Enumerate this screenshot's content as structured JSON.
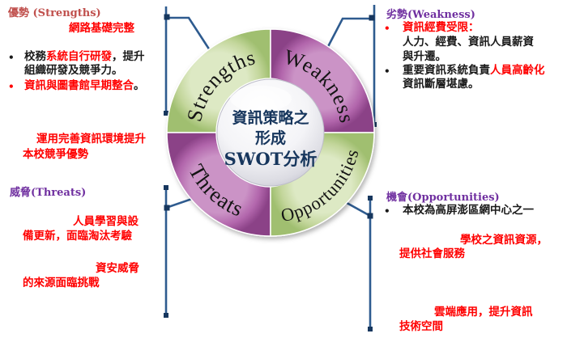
{
  "title": "資訊策略之形成 SWOT分析",
  "center": {
    "line1": "資訊策略之",
    "line2": "形成",
    "line3": "SWOT分析"
  },
  "ring": {
    "top_left": "Strengths",
    "top_right": "Weakness",
    "bottom_left": "Threats",
    "bottom_right": "Opportunities"
  },
  "bullet_char": "•",
  "sections": {
    "strengths": {
      "label": "優勢 (Strengths)",
      "highlight": "網路基礎完整",
      "bullet1_pre": "校務",
      "bullet1_red": "系統自行研發",
      "bullet1_post": "，提升組織研發及競爭力。",
      "bullet2_red": "資訊與圖書館早期整合",
      "bullet2_post": "。",
      "note_line1": "運用完善資訊環境提升",
      "note_line2": "本校競爭優勢"
    },
    "weakness": {
      "label": "劣勢(Weakness)",
      "bullet1_head": "資訊經費受限：",
      "bullet1_line1": "人力、經費、資訊人員薪資",
      "bullet1_line2": "與升遷。",
      "bullet2_pre": "重要資訊系統負責",
      "bullet2_red": "人員高齡化",
      "bullet2_post": "資訊斷層堪慮。"
    },
    "threats": {
      "label": "威脅(Threats)",
      "note1_line1": "人員學習與設",
      "note1_line2": "備更新，面臨淘汰考驗",
      "note2_line1": "資安威脅",
      "note2_line2": "的來源面臨挑戰"
    },
    "opportunities": {
      "label": "機會(Opportunities)",
      "bullet1": "本校為高屏澎區網中心之一",
      "note1_line1": "學校之資訊資源，",
      "note1_line2": "提供社會服務",
      "note2_line1": "雲端應用，提升資訊",
      "note2_line2": "技術空間"
    }
  },
  "colors": {
    "ring_green": "#c3d69b",
    "ring_purple": "#b266ac",
    "connector_blue": "#2e5b8f",
    "node_dark_blue": "#17375e",
    "label_red": "#c0504d",
    "label_purple": "#7030a0",
    "text_red": "#ff0000",
    "text_black": "#1a1a1a",
    "center_text": "#17365d"
  }
}
